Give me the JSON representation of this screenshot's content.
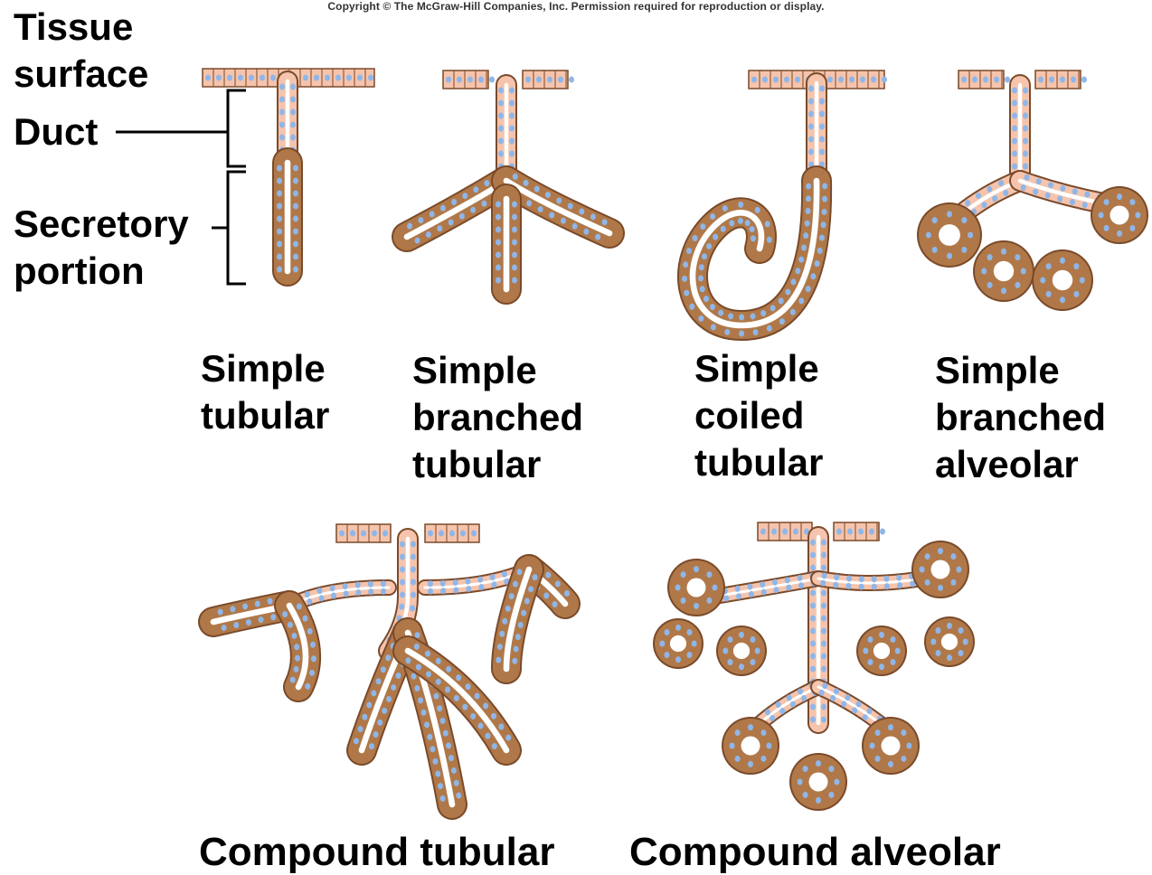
{
  "copyright": "Copyright © The McGraw-Hill Companies, Inc. Permission required for reproduction or display.",
  "legend": {
    "tissue_surface": [
      "Tissue",
      "surface"
    ],
    "duct": "Duct",
    "secretory_portion": [
      "Secretory",
      "portion"
    ]
  },
  "captions": {
    "simple_tubular": [
      "Simple",
      "tubular"
    ],
    "simple_branched_tubular": [
      "Simple",
      "branched",
      "tubular"
    ],
    "simple_coiled_tubular": [
      "Simple",
      "coiled",
      "tubular"
    ],
    "simple_branched_alveolar": [
      "Simple",
      "branched",
      "alveolar"
    ],
    "compound_tubular": "Compound tubular",
    "compound_alveolar": "Compound alveolar"
  },
  "colors": {
    "duct_cells": "#f6c4ac",
    "secretory_cells": "#b07848",
    "cell_outline": "#7a4a2a",
    "nucleus": "#8fb6e8"
  }
}
